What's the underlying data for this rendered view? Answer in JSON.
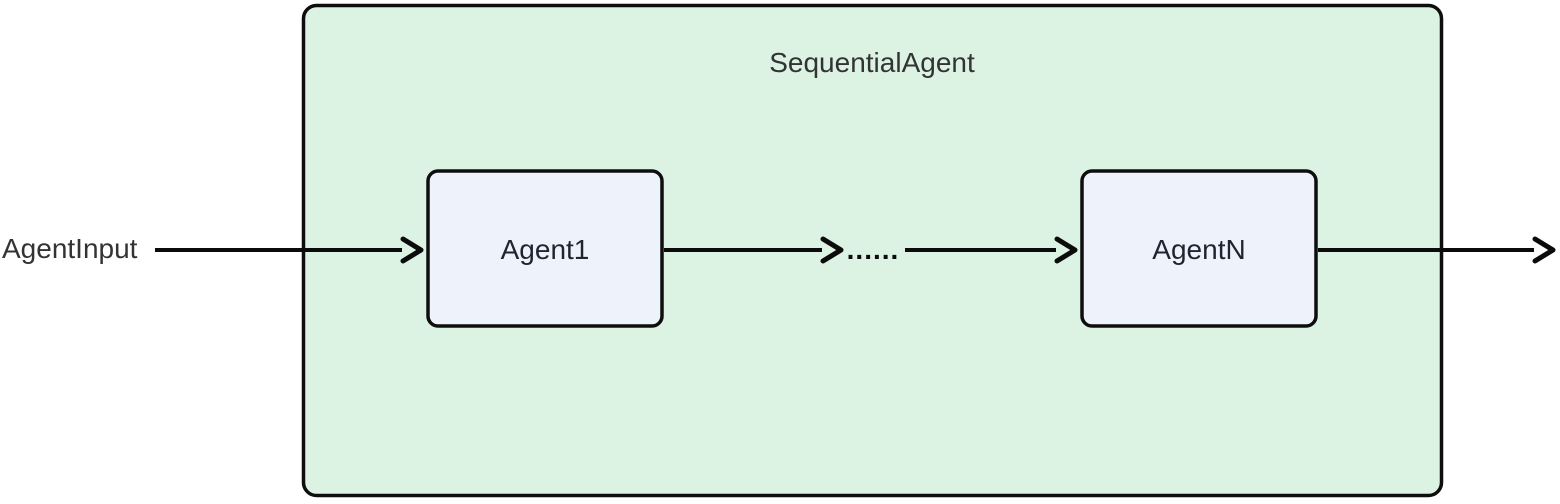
{
  "diagram": {
    "type": "flowchart-left-right",
    "title": "SequentialAgent",
    "input_label": "AgentInput",
    "nodes": [
      {
        "id": "agent1",
        "label": "Agent1"
      },
      {
        "id": "agentN",
        "label": "AgentN"
      }
    ],
    "ellipsis": "......",
    "edges": [
      {
        "from": "AgentInput",
        "to": "Agent1"
      },
      {
        "from": "Agent1",
        "to": "ellipsis"
      },
      {
        "from": "ellipsis",
        "to": "AgentN"
      },
      {
        "from": "AgentN",
        "to": "output"
      }
    ],
    "colors": {
      "container_fill": "#dcf3e4",
      "container_border": "#0e0e0e",
      "node_fill": "#eef2fb",
      "node_border": "#0e0e0e",
      "edge": "#0b0b0b",
      "title_text": "#333333",
      "node_text": "#1f2430",
      "input_text": "#333333"
    }
  }
}
